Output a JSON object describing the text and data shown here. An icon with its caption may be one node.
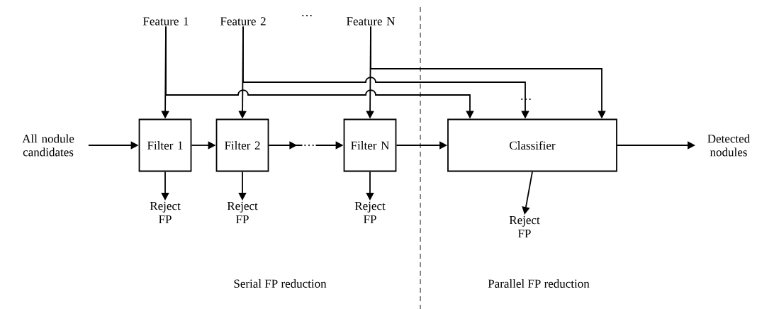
{
  "diagram": {
    "nodes": [
      {
        "text": [
          "All nodule candidates"
        ]
      },
      {
        "text": [
          "Feature 1"
        ]
      },
      {
        "text": [
          "Feature 2"
        ]
      },
      {
        "text": [
          "Feature N"
        ]
      },
      {
        "text": [
          "Filter 1"
        ]
      },
      {
        "text": [
          "Filter 2"
        ]
      },
      {
        "text": [
          "Filter N"
        ]
      },
      {
        "text": [
          "Classifier"
        ]
      },
      {
        "text": [
          "Detected nodules"
        ]
      },
      {
        "text": [
          "Reject FP"
        ]
      },
      {
        "text": [
          "Reject FP"
        ]
      },
      {
        "text": [
          "Reject FP"
        ]
      },
      {
        "text": [
          "Reject FP"
        ]
      }
    ],
    "edges": [
      {
        "from": 0,
        "to": 4,
        "arrow": "to"
      },
      {
        "from": 4,
        "to": 5,
        "arrow": "to"
      },
      {
        "from": 5,
        "to": 6,
        "arrow": "to",
        "label": "…"
      },
      {
        "from": 6,
        "to": 7,
        "arrow": "to"
      },
      {
        "from": 7,
        "to": 8,
        "arrow": "to"
      },
      {
        "from": 1,
        "to": 4,
        "arrow": "to"
      },
      {
        "from": 2,
        "to": 5,
        "arrow": "to"
      },
      {
        "from": 3,
        "to": 6,
        "arrow": "to"
      },
      {
        "from": 1,
        "to": 7,
        "arrow": "to"
      },
      {
        "from": 2,
        "to": 7,
        "arrow": "to"
      },
      {
        "from": 3,
        "to": 7,
        "arrow": "to"
      },
      {
        "from": 4,
        "to": 9,
        "arrow": "to"
      },
      {
        "from": 5,
        "to": 10,
        "arrow": "to"
      },
      {
        "from": 6,
        "to": 11,
        "arrow": "to"
      },
      {
        "from": 7,
        "to": 12,
        "arrow": "to"
      }
    ],
    "labels": [
      "…",
      "…",
      "Serial FP reduction",
      "Parallel FP reduction"
    ]
  }
}
